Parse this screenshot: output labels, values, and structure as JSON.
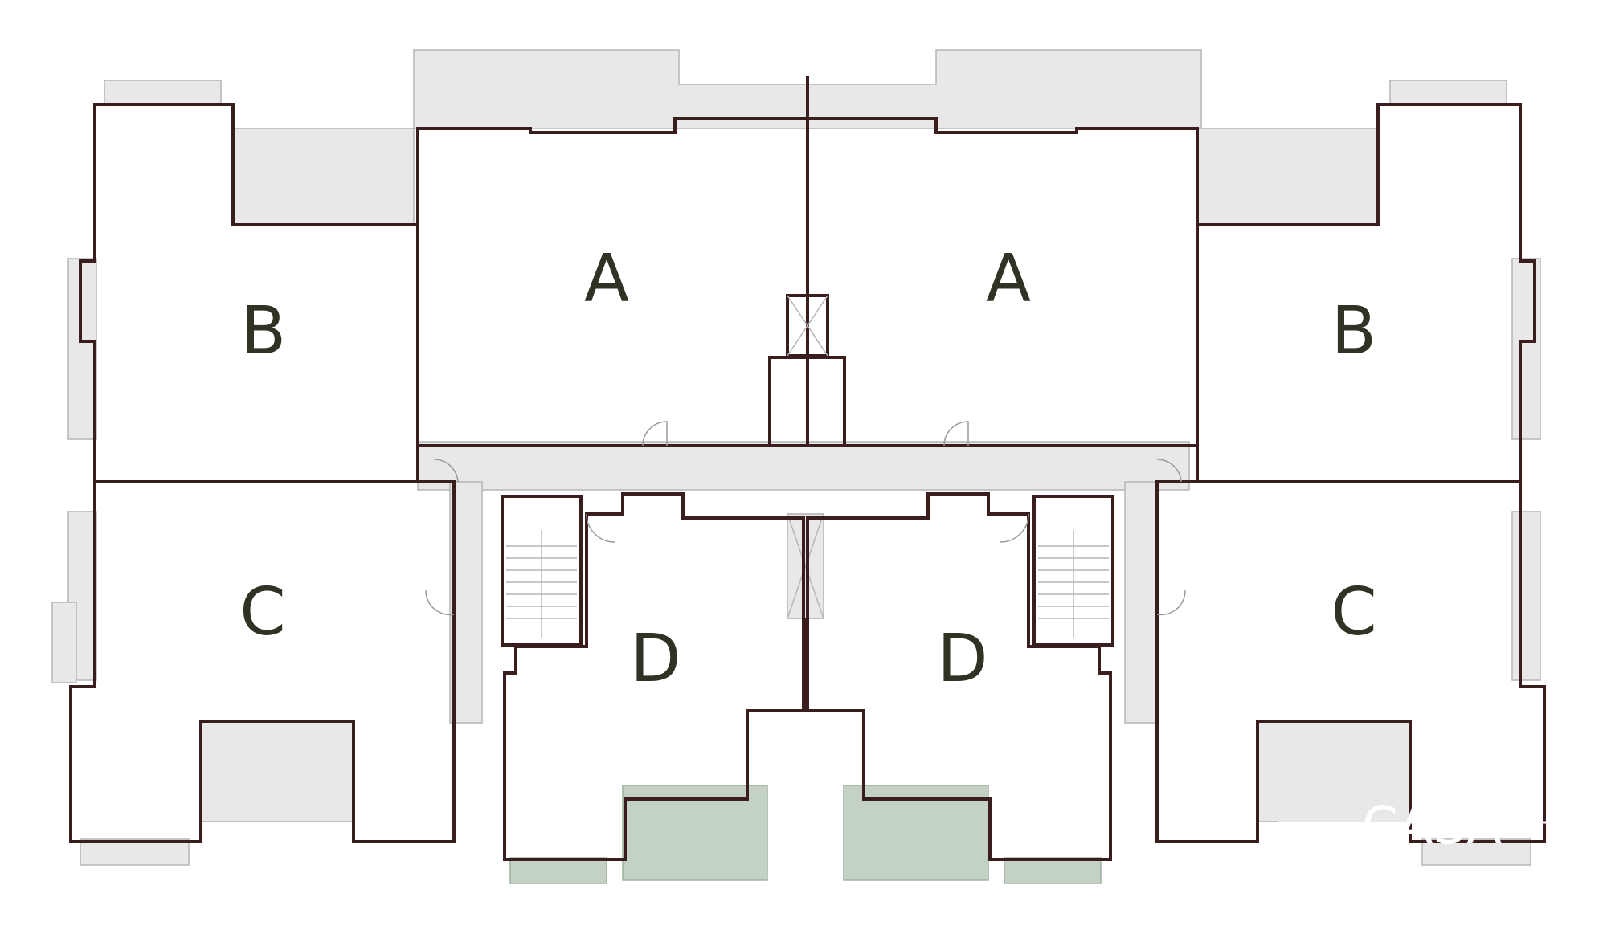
{
  "plan": {
    "colors": {
      "unit_fill": "#e8e8e8",
      "highlight_fill": "#c3d2c4",
      "wall": "#3a1e1e",
      "label": "#2f3324",
      "background": "#ffffff"
    },
    "units": [
      {
        "id": "a-left",
        "label": "A",
        "highlighted": false
      },
      {
        "id": "a-right",
        "label": "A",
        "highlighted": false
      },
      {
        "id": "b-left",
        "label": "B",
        "highlighted": false
      },
      {
        "id": "b-right",
        "label": "B",
        "highlighted": false
      },
      {
        "id": "c-left",
        "label": "C",
        "highlighted": false
      },
      {
        "id": "c-right",
        "label": "C",
        "highlighted": false
      },
      {
        "id": "d-left",
        "label": "D",
        "highlighted": true
      },
      {
        "id": "d-right",
        "label": "D",
        "highlighted": true
      }
    ],
    "watermark": "CASA"
  }
}
